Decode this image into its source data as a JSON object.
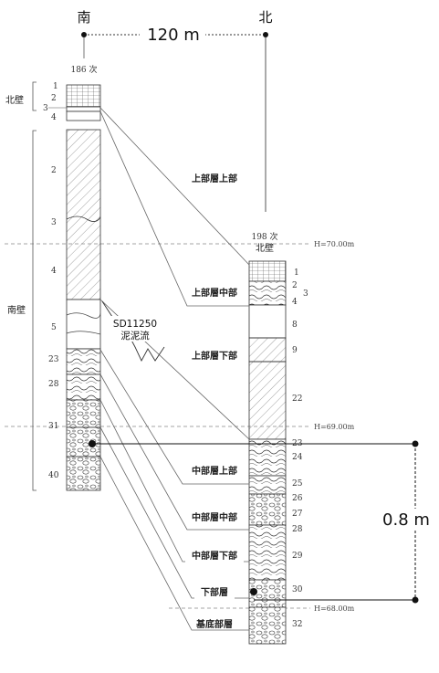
{
  "header": {
    "south_label": "南",
    "north_label": "北",
    "distance": "120 m"
  },
  "left_column": {
    "title": "186 次",
    "wall_north": "北壁",
    "wall_south": "南壁",
    "layers": [
      "1",
      "2",
      "3",
      "4",
      "2",
      "3",
      "4",
      "5",
      "23",
      "28",
      "31",
      "40"
    ]
  },
  "right_column": {
    "title": "198 次",
    "wall": "北壁",
    "layers": [
      "1",
      "2",
      "3",
      "4",
      "8",
      "9",
      "22",
      "23",
      "24",
      "25",
      "26",
      "27",
      "28",
      "29",
      "30",
      "32"
    ]
  },
  "elevations": [
    "H=70.00m",
    "H=69.00m",
    "H=68.00m"
  ],
  "strata": [
    "上部層上部",
    "上部層中部",
    "上部層下部",
    "中部層上部",
    "中部層中部",
    "中部層下部",
    "下部層",
    "基底部層"
  ],
  "feature": {
    "name": "SD11250",
    "desc": "泥泥流"
  },
  "scale": "0.8 m",
  "colors": {
    "line": "#333333",
    "hatch": "#777777",
    "guide": "#888888"
  }
}
